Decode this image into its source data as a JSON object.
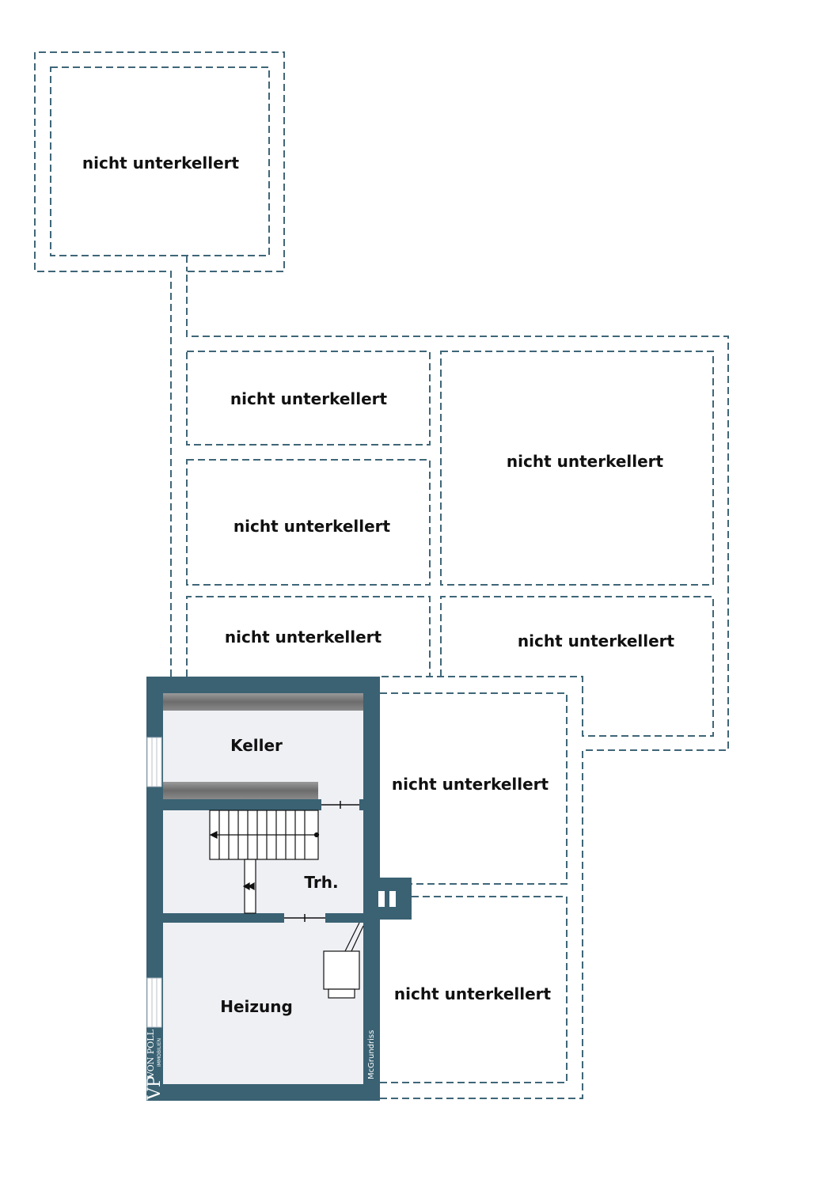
{
  "colors": {
    "wall": "#3a6273",
    "floor": "#eff0f4",
    "dash": "#3f6678",
    "text": "#111111"
  },
  "rooms": {
    "keller": "Keller",
    "treppenhaus": "Trh.",
    "heizung": "Heizung"
  },
  "unbasemented": {
    "label": "nicht unterkellert"
  },
  "branding": {
    "monogram": "VP",
    "company": "VON POLL",
    "tagline": "IMMOBILIEN",
    "plan_credit": "McGrundriss"
  },
  "icons": {
    "stairs": "staircase-icon",
    "boiler": "boiler-icon",
    "chimney": "chimney-icon",
    "window": "window-icon",
    "door": "door-icon"
  }
}
